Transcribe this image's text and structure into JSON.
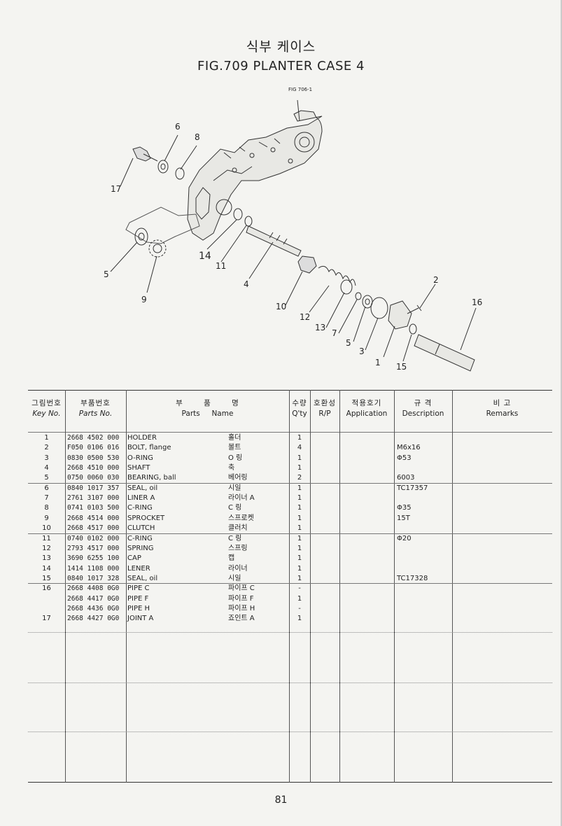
{
  "title_ko": "식부 케이스",
  "title_en": "FIG.709  PLANTER CASE 4",
  "diagram": {
    "ref_label": "FIG 706-1",
    "callouts": [
      "6",
      "8",
      "17",
      "14",
      "11",
      "5",
      "9",
      "4",
      "10",
      "12",
      "13",
      "7",
      "5",
      "3",
      "1",
      "2",
      "16",
      "15"
    ]
  },
  "table": {
    "headers": {
      "key_ko": "그림번호",
      "key_en": "Key No.",
      "pno_ko": "부품번호",
      "pno_en": "Parts No.",
      "name_ko": [
        "부",
        "품",
        "명"
      ],
      "name_en_1": "Parts",
      "name_en_2": "Name",
      "qty_ko": "수량",
      "qty_en": "Q'ty",
      "rp_ko": "호환성",
      "rp_en": "R/P",
      "app_ko": "적용호기",
      "app_en": "Application",
      "desc_ko": "규  격",
      "desc_en": "Description",
      "rem_ko": "비  고",
      "rem_en": "Remarks"
    },
    "rows": [
      {
        "key": "1",
        "pno": "2668 4502 000",
        "name": "HOLDER",
        "ko": "홀더",
        "qty": "1",
        "desc": ""
      },
      {
        "key": "2",
        "pno": "F050 0106 016",
        "name": "BOLT, flange",
        "ko": "볼트",
        "qty": "4",
        "desc": "M6x16"
      },
      {
        "key": "3",
        "pno": "0830 0500 530",
        "name": "O-RING",
        "ko": "O 링",
        "qty": "1",
        "desc": "Φ53"
      },
      {
        "key": "4",
        "pno": "2668 4510 000",
        "name": "SHAFT",
        "ko": "축",
        "qty": "1",
        "desc": ""
      },
      {
        "key": "5",
        "pno": "0750 0060 030",
        "name": "BEARING, ball",
        "ko": "베어링",
        "qty": "2",
        "desc": "6003"
      },
      {
        "key": "6",
        "pno": "0840 1017 357",
        "name": "SEAL, oil",
        "ko": "시일",
        "qty": "1",
        "desc": "TC17357"
      },
      {
        "key": "7",
        "pno": "2761 3107 000",
        "name": "LINER A",
        "ko": "라이너 A",
        "qty": "1",
        "desc": ""
      },
      {
        "key": "8",
        "pno": "0741 0103 500",
        "name": "C-RING",
        "ko": "C 링",
        "qty": "1",
        "desc": "Φ35"
      },
      {
        "key": "9",
        "pno": "2668 4514 000",
        "name": "SPROCKET",
        "ko": "스프로켓",
        "qty": "1",
        "desc": "15T"
      },
      {
        "key": "10",
        "pno": "2668 4517 000",
        "name": "CLUTCH",
        "ko": "클러치",
        "qty": "1",
        "desc": ""
      },
      {
        "key": "11",
        "pno": "0740 0102 000",
        "name": "C-RING",
        "ko": "C 링",
        "qty": "1",
        "desc": "Φ20"
      },
      {
        "key": "12",
        "pno": "2793 4517 000",
        "name": "SPRING",
        "ko": "스프링",
        "qty": "1",
        "desc": ""
      },
      {
        "key": "13",
        "pno": "3690 6255 100",
        "name": "CAP",
        "ko": "캡",
        "qty": "1",
        "desc": ""
      },
      {
        "key": "14",
        "pno": "1414 1108 000",
        "name": "LENER",
        "ko": "라이너",
        "qty": "1",
        "desc": ""
      },
      {
        "key": "15",
        "pno": "0840 1017 328",
        "name": "SEAL, oil",
        "ko": "시일",
        "qty": "1",
        "desc": "TC17328"
      },
      {
        "key": "16",
        "pno": "2668 4408 0G0",
        "name": "PIPE C",
        "ko": "파이프 C",
        "qty": "-",
        "desc": ""
      },
      {
        "key": "",
        "pno": "2668 4417 0G0",
        "name": "PIPE F",
        "ko": "파이프 F",
        "qty": "1",
        "desc": ""
      },
      {
        "key": "",
        "pno": "2668 4436 0G0",
        "name": "PIPE H",
        "ko": "파이프 H",
        "qty": "-",
        "desc": ""
      },
      {
        "key": "17",
        "pno": "2668 4427 0G0",
        "name": "JOINT A",
        "ko": "죠인트 A",
        "qty": "1",
        "desc": ""
      }
    ]
  },
  "page_number": "81"
}
